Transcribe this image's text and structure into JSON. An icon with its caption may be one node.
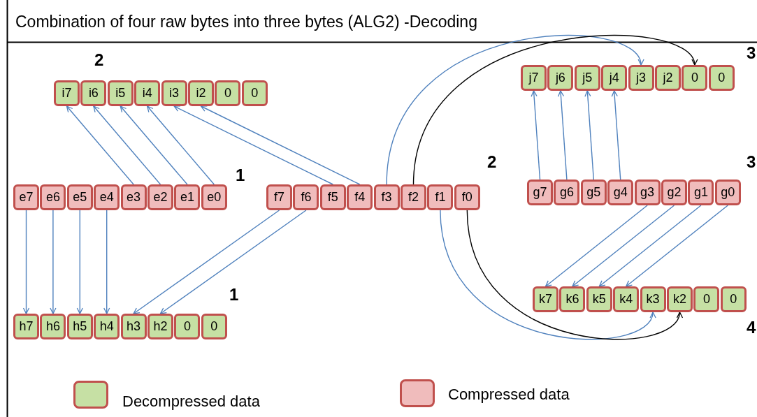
{
  "diagram": {
    "title": "Combination of four raw bytes into three bytes (ALG2) -Decoding",
    "nodes": [
      {
        "text": [
          "i7"
        ]
      },
      {
        "text": [
          "i6"
        ]
      },
      {
        "text": [
          "i5"
        ]
      },
      {
        "text": [
          "i4"
        ]
      },
      {
        "text": [
          "i3"
        ]
      },
      {
        "text": [
          "i2"
        ]
      },
      {
        "text": [
          "0"
        ]
      },
      {
        "text": [
          "0"
        ]
      },
      {
        "text": [
          "j7"
        ]
      },
      {
        "text": [
          "j6"
        ]
      },
      {
        "text": [
          "j5"
        ]
      },
      {
        "text": [
          "j4"
        ]
      },
      {
        "text": [
          "j3"
        ]
      },
      {
        "text": [
          "j2"
        ]
      },
      {
        "text": [
          "0"
        ]
      },
      {
        "text": [
          "0"
        ]
      },
      {
        "text": [
          "e7"
        ]
      },
      {
        "text": [
          "e6"
        ]
      },
      {
        "text": [
          "e5"
        ]
      },
      {
        "text": [
          "e4"
        ]
      },
      {
        "text": [
          "e3"
        ]
      },
      {
        "text": [
          "e2"
        ]
      },
      {
        "text": [
          "e1"
        ]
      },
      {
        "text": [
          "e0"
        ]
      },
      {
        "text": [
          "f7"
        ]
      },
      {
        "text": [
          "f6"
        ]
      },
      {
        "text": [
          "f5"
        ]
      },
      {
        "text": [
          "f4"
        ]
      },
      {
        "text": [
          "f3"
        ]
      },
      {
        "text": [
          "f2"
        ]
      },
      {
        "text": [
          "f1"
        ]
      },
      {
        "text": [
          "f0"
        ]
      },
      {
        "text": [
          "g7"
        ]
      },
      {
        "text": [
          "g6"
        ]
      },
      {
        "text": [
          "g5"
        ]
      },
      {
        "text": [
          "g4"
        ]
      },
      {
        "text": [
          "g3"
        ]
      },
      {
        "text": [
          "g2"
        ]
      },
      {
        "text": [
          "g1"
        ]
      },
      {
        "text": [
          "g0"
        ]
      },
      {
        "text": [
          "h7"
        ]
      },
      {
        "text": [
          "h6"
        ]
      },
      {
        "text": [
          "h5"
        ]
      },
      {
        "text": [
          "h4"
        ]
      },
      {
        "text": [
          "h3"
        ]
      },
      {
        "text": [
          "h2"
        ]
      },
      {
        "text": [
          "0"
        ]
      },
      {
        "text": [
          "0"
        ]
      },
      {
        "text": [
          "k7"
        ]
      },
      {
        "text": [
          "k6"
        ]
      },
      {
        "text": [
          "k5"
        ]
      },
      {
        "text": [
          "k4"
        ]
      },
      {
        "text": [
          "k3"
        ]
      },
      {
        "text": [
          "k2"
        ]
      },
      {
        "text": [
          "0"
        ]
      },
      {
        "text": [
          "0"
        ]
      }
    ],
    "edges": [
      {
        "from": 20,
        "to": 0,
        "arrow": "to"
      },
      {
        "from": 21,
        "to": 1,
        "arrow": "to"
      },
      {
        "from": 22,
        "to": 2,
        "arrow": "to"
      },
      {
        "from": 23,
        "to": 3,
        "arrow": "to"
      },
      {
        "from": 26,
        "to": 4,
        "arrow": "to"
      },
      {
        "from": 27,
        "to": 5,
        "arrow": "to"
      },
      {
        "from": 28,
        "to": 12,
        "arrow": "to"
      },
      {
        "from": 29,
        "to": 14,
        "arrow": "to",
        "color": "#000000"
      },
      {
        "from": 32,
        "to": 8,
        "arrow": "to"
      },
      {
        "from": 33,
        "to": 9,
        "arrow": "to"
      },
      {
        "from": 34,
        "to": 10,
        "arrow": "to"
      },
      {
        "from": 35,
        "to": 11,
        "arrow": "to"
      },
      {
        "from": 16,
        "to": 40,
        "arrow": "to"
      },
      {
        "from": 17,
        "to": 41,
        "arrow": "to"
      },
      {
        "from": 18,
        "to": 42,
        "arrow": "to"
      },
      {
        "from": 19,
        "to": 43,
        "arrow": "to"
      },
      {
        "from": 24,
        "to": 44,
        "arrow": "to"
      },
      {
        "from": 25,
        "to": 45,
        "arrow": "to"
      },
      {
        "from": 36,
        "to": 48,
        "arrow": "to"
      },
      {
        "from": 37,
        "to": 49,
        "arrow": "to"
      },
      {
        "from": 38,
        "to": 50,
        "arrow": "to"
      },
      {
        "from": 39,
        "to": 51,
        "arrow": "to"
      },
      {
        "from": 30,
        "to": 52,
        "arrow": "to"
      },
      {
        "from": 31,
        "to": 53,
        "arrow": "to",
        "color": "#000000"
      }
    ],
    "labels": [
      "3",
      "2",
      "2",
      "3",
      "1",
      "1",
      "4"
    ],
    "legend": [
      {
        "text": "Decompressed data",
        "color": "#c6e0a4"
      },
      {
        "text": "Compressed data",
        "color": "#f0bcbc"
      }
    ]
  }
}
